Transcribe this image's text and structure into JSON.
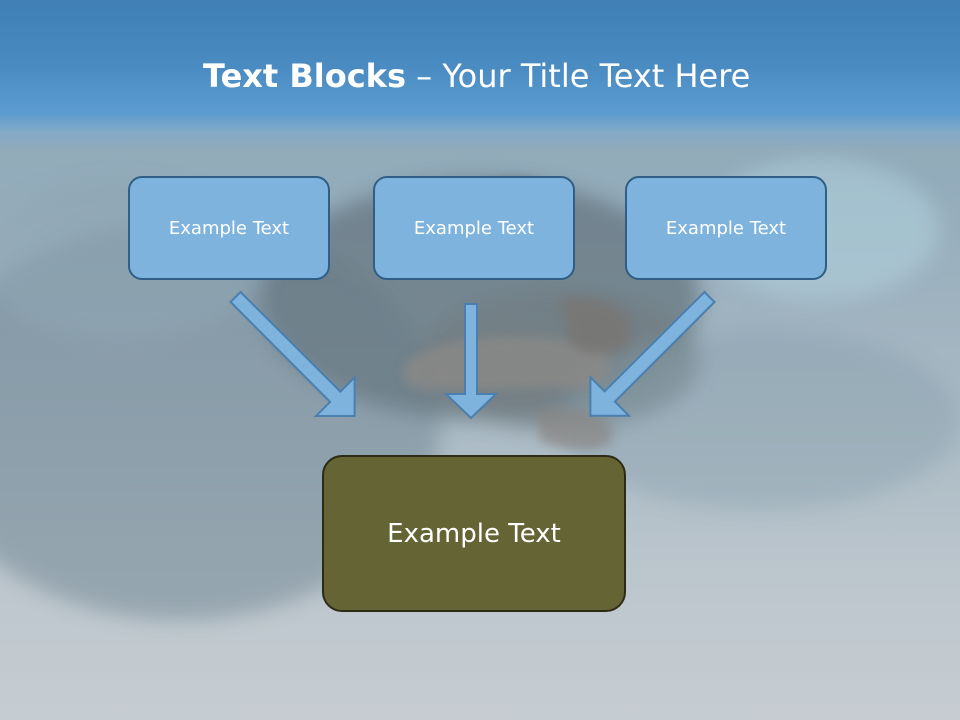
{
  "slide": {
    "title_bold": "Text Blocks",
    "title_dash": "–",
    "title_rest": "Your Title Text Here",
    "top_boxes": [
      "Example Text",
      "Example Text",
      "Example Text"
    ],
    "bottom_box": "Example Text"
  },
  "colors": {
    "title_band": "#4a8cc2",
    "top_box_fill": "#7eb3de",
    "top_box_border": "#2f5f86",
    "bottom_box_fill": "#656434",
    "arrow_fill": "#7eb3de",
    "arrow_stroke": "#4a7fae"
  }
}
